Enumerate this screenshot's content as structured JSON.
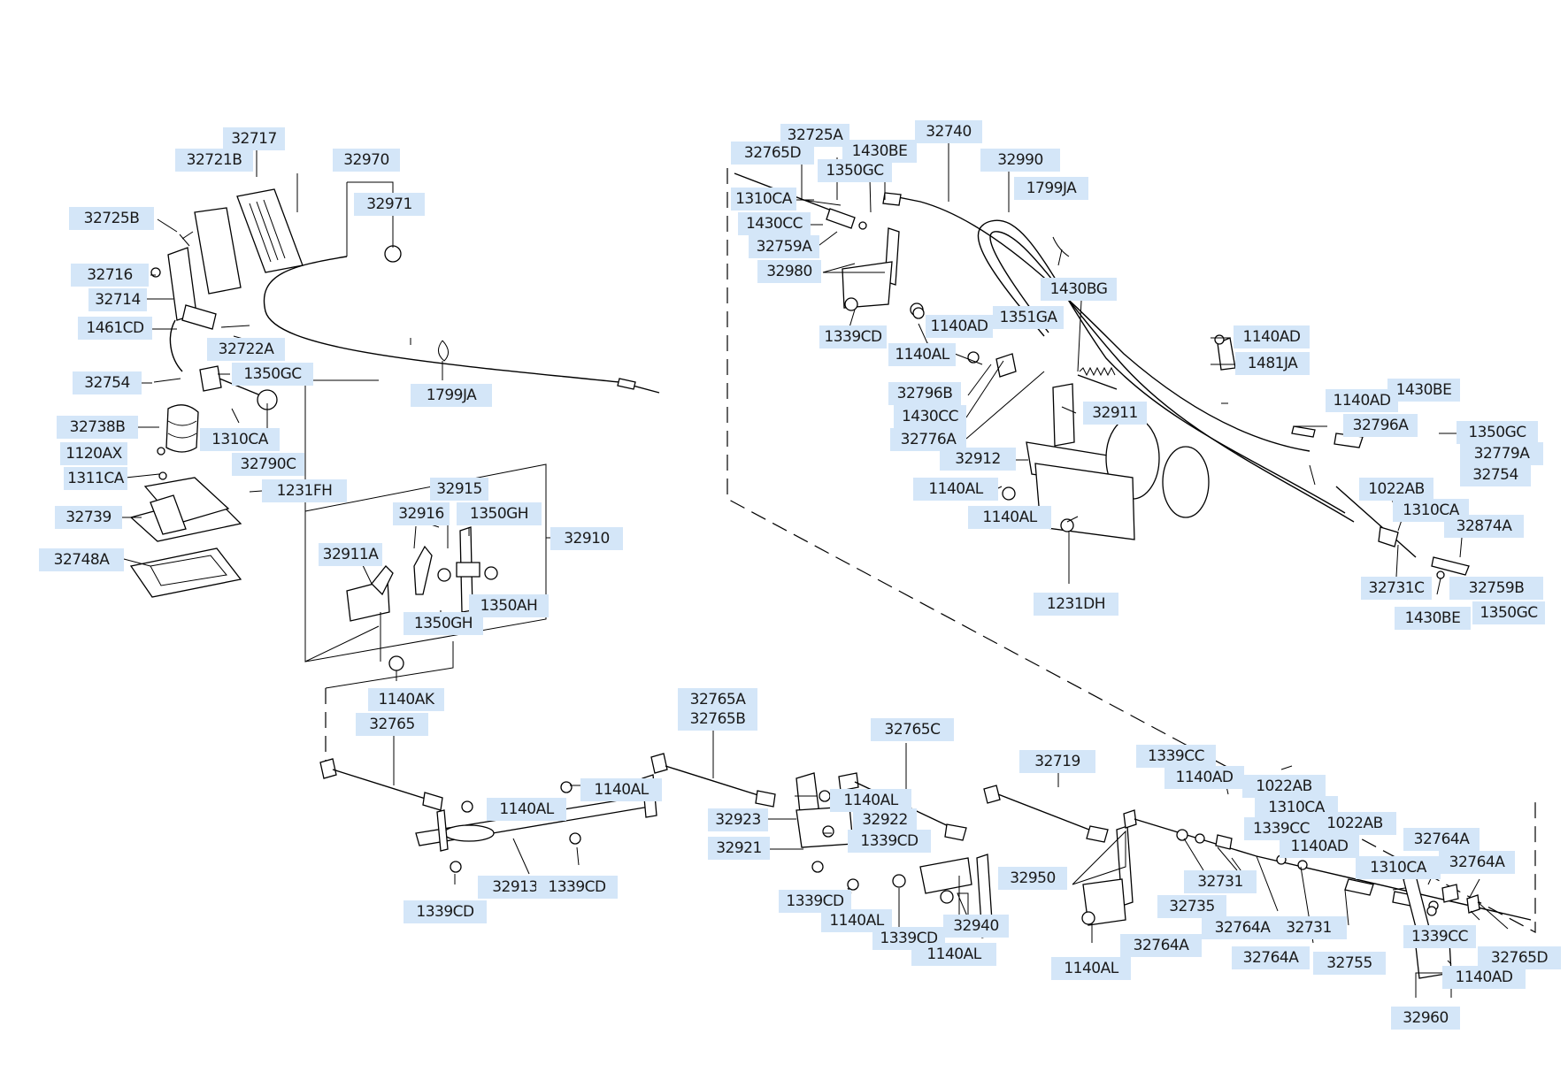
{
  "diagram": {
    "labels": {
      "p32717": "32717",
      "p32721B": "32721B",
      "p32725B": "32725B",
      "p32716": "32716",
      "p32714": "32714",
      "p1461CD": "1461CD",
      "p32722A": "32722A",
      "p32970": "32970",
      "p32971": "32971",
      "p32754_l": "32754",
      "p1350GC_l": "1350GC",
      "p1799JA_l": "1799JA",
      "p32738B": "32738B",
      "p1310CA_l": "1310CA",
      "p1120AX": "1120AX",
      "p32790C": "32790C",
      "p1311CA": "1311CA",
      "p1231FH": "1231FH",
      "p32739": "32739",
      "p32748A": "32748A",
      "p32915": "32915",
      "p32916": "32916",
      "p1350GH_a": "1350GH",
      "p32910": "32910",
      "p32911A": "32911A",
      "p1350AH": "1350AH",
      "p1350GH_b": "1350GH",
      "p1140AK": "1140AK",
      "p32765": "32765",
      "p32725A": "32725A",
      "p32740": "32740",
      "p32765D_t": "32765D",
      "p1430BE_t": "1430BE",
      "p32990": "32990",
      "p1350GC_t": "1350GC",
      "p1799JA_t": "1799JA",
      "p1310CA_t": "1310CA",
      "p1430CC_t": "1430CC",
      "p32759A": "32759A",
      "p32980": "32980",
      "p1430BG": "1430BG",
      "p1339CD_t": "1339CD",
      "p1140AD_t1": "1140AD",
      "p1351GA": "1351GA",
      "p1140AL_t1": "1140AL",
      "p1140AD_r1": "1140AD",
      "p1481JA": "1481JA",
      "p32796B": "32796B",
      "p1430CC_m": "1430CC",
      "p32911": "32911",
      "p32776A": "32776A",
      "p1430BE_r": "1430BE",
      "p1140AD_r2": "1140AD",
      "p32796A": "32796A",
      "p1350GC_r": "1350GC",
      "p32779A": "32779A",
      "p32912": "32912",
      "p32754_r": "32754",
      "p1140AL_t2": "1140AL",
      "p1022AB_r": "1022AB",
      "p1310CA_r": "1310CA",
      "p1140AL_t3": "1140AL",
      "p32874A": "32874A",
      "p32731C": "32731C",
      "p32759B": "32759B",
      "p1231DH": "1231DH",
      "p1430BE_b": "1430BE",
      "p1350GC_b": "1350GC",
      "p32765A": "32765A",
      "p32765B": "32765B",
      "p32765C": "32765C",
      "p1140AL_b1": "1140AL",
      "p1140AL_b2": "1140AL",
      "p1140AL_b3": "1140AL",
      "p32923": "32923",
      "p32922": "32922",
      "p1339CD_b1": "1339CD",
      "p32921": "32921",
      "p32913": "32913",
      "p1339CD_b2": "1339CD",
      "p1339CD_b3": "1339CD",
      "p1339CD_b4": "1339CD",
      "p1140AL_b4": "1140AL",
      "p1339CD_b5": "1339CD",
      "p1140AL_b5": "1140AL",
      "p32940": "32940",
      "p32719": "32719",
      "p32950": "32950",
      "p1140AL_b6": "1140AL",
      "p1339CC_b1": "1339CC",
      "p1140AD_b1": "1140AD",
      "p1022AB_b1": "1022AB",
      "p1310CA_b1": "1310CA",
      "p1339CC_b2": "1339CC",
      "p1022AB_b2": "1022AB",
      "p1140AD_b2": "1140AD",
      "p32764A_1": "32764A",
      "p32764A_2": "32764A",
      "p32764A_3": "32764A",
      "p32764A_4": "32764A",
      "p32764A_5": "32764A",
      "p32731": "32731",
      "p32731_b": "32731",
      "p32735": "32735",
      "p1310CA_b2": "1310CA",
      "p32755": "32755",
      "p1339CC_b3": "1339CC",
      "p1140AD_b3": "1140AD",
      "p32765D_b": "32765D",
      "p32960": "32960"
    }
  }
}
